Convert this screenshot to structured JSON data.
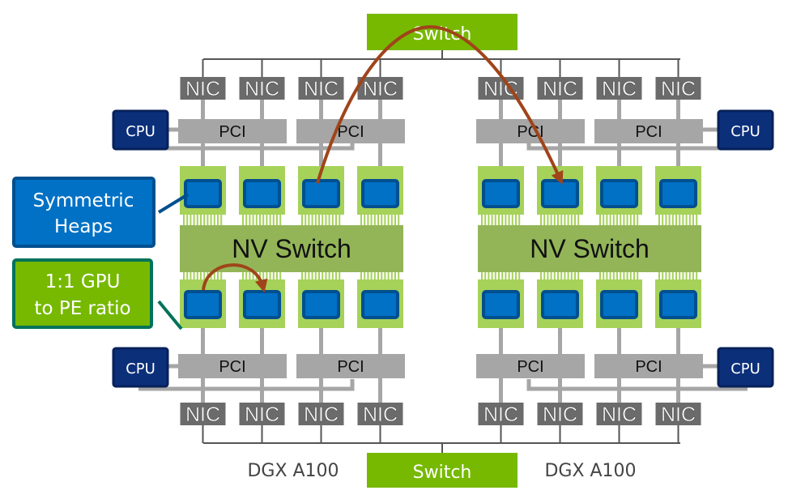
{
  "diagram": {
    "top_switch": {
      "label": "Switch"
    },
    "bottom_switch": {
      "label": "Switch"
    },
    "callouts": {
      "symmetric_heaps": {
        "lines": [
          "Symmetric",
          "Heaps"
        ]
      },
      "gpu_pe_ratio": {
        "lines": [
          "1:1 GPU",
          "to PE ratio"
        ]
      }
    },
    "nodes": [
      {
        "name": "DGX A100",
        "nvswitch_label": "NV Switch",
        "top": {
          "nic_labels": [
            "NIC",
            "NIC",
            "NIC",
            "NIC"
          ],
          "pci_labels": [
            "PCI",
            "PCI"
          ],
          "cpu_label": "CPU"
        },
        "bottom": {
          "nic_labels": [
            "NIC",
            "NIC",
            "NIC",
            "NIC"
          ],
          "pci_labels": [
            "PCI",
            "PCI"
          ],
          "cpu_label": "CPU"
        },
        "gpus_per_row": 4
      },
      {
        "name": "DGX A100",
        "nvswitch_label": "NV Switch",
        "top": {
          "nic_labels": [
            "NIC",
            "NIC",
            "NIC",
            "NIC"
          ],
          "pci_labels": [
            "PCI",
            "PCI"
          ],
          "cpu_label": "CPU"
        },
        "bottom": {
          "nic_labels": [
            "NIC",
            "NIC",
            "NIC",
            "NIC"
          ],
          "pci_labels": [
            "PCI",
            "PCI"
          ],
          "cpu_label": "CPU"
        },
        "gpus_per_row": 4
      }
    ],
    "arrows": [
      {
        "from": "node1-top-gpu3",
        "to": "node2-top-gpu2",
        "via": "top-switch"
      },
      {
        "from": "node1-bottom-gpu1",
        "to": "node1-bottom-gpu2",
        "via": "nvswitch"
      }
    ],
    "colors": {
      "switch_green": "#76b900",
      "gpu_card_green": "#a6d25a",
      "nvswitch_green": "#93b558",
      "gpu_blue": "#0071c5",
      "gpu_blue_border": "#004f8f",
      "nic_gray": "#6b6b6b",
      "pci_gray": "#a6a6a6",
      "cpu_navy": "#0c2f7a",
      "arrow_brown": "#a0441a",
      "callout_blue": "#0071c5",
      "callout_green": "#76b900",
      "callout_green_border": "#00735a"
    }
  }
}
